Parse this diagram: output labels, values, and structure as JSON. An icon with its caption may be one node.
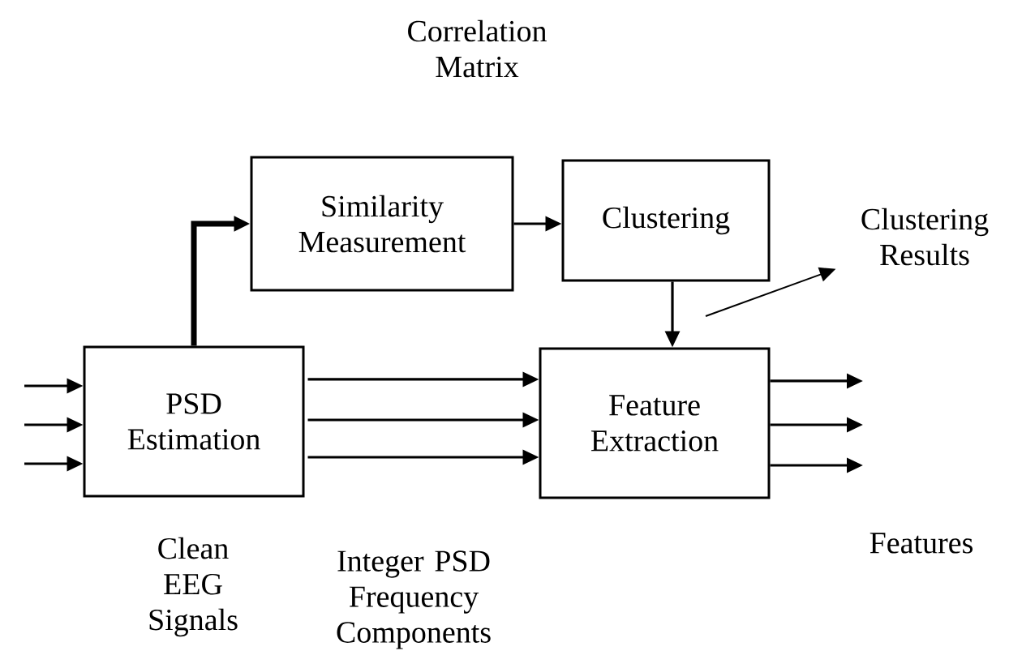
{
  "diagram": {
    "nodes": [
      {
        "text": [
          "PSD Estimation"
        ]
      },
      {
        "text": [
          "Similarity Measurement"
        ]
      },
      {
        "text": [
          "Clustering"
        ]
      },
      {
        "text": [
          "Feature Extraction"
        ]
      },
      {
        "text": [
          "Clustering Results"
        ]
      }
    ],
    "edges": [
      {
        "from": null,
        "to": 0,
        "arrow": "to"
      },
      {
        "from": null,
        "to": 0,
        "arrow": "to"
      },
      {
        "from": null,
        "to": 0,
        "arrow": "to"
      },
      {
        "from": 0,
        "to": 1,
        "arrow": "to",
        "style": "thick"
      },
      {
        "from": 1,
        "to": 2,
        "arrow": "to"
      },
      {
        "from": 0,
        "to": 3,
        "arrow": "to"
      },
      {
        "from": 0,
        "to": 3,
        "arrow": "to"
      },
      {
        "from": 0,
        "to": 3,
        "arrow": "to"
      },
      {
        "from": 2,
        "to": 3,
        "arrow": "to"
      },
      {
        "from": null,
        "to": 4,
        "arrow": "to"
      },
      {
        "from": 3,
        "to": null,
        "arrow": "to"
      },
      {
        "from": 3,
        "to": null,
        "arrow": "to"
      },
      {
        "from": 3,
        "to": null,
        "arrow": "to"
      }
    ],
    "labels": [
      "Correlation Matrix",
      "Clean EEG Signals",
      "Integer PSD Frequency Components",
      "Features"
    ]
  }
}
